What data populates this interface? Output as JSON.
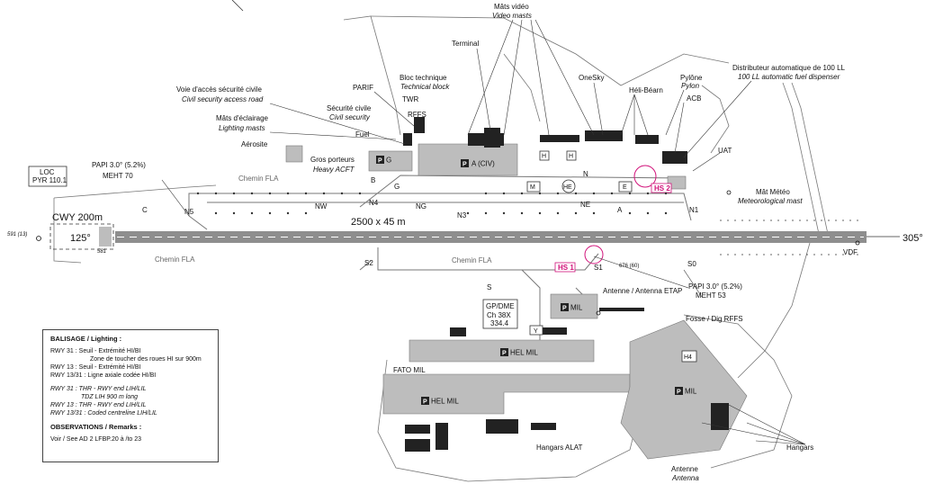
{
  "runway": {
    "dimension": "2500 x 45 m",
    "heading_west": "125°",
    "heading_east": "305°",
    "threshold_left_elev": "591 (13)",
    "threshold_right_elev": "581",
    "threshold_east_elev": "676\n(60)"
  },
  "cwy": "CWY 200m",
  "loc": {
    "line1": "LOC",
    "line2": "PYR 110.1"
  },
  "papi_w": {
    "line1": "PAPI 3.0° (5.2%)",
    "line2": "MEHT 70"
  },
  "papi_e": {
    "line1": "PAPI 3.0° (5.2%)",
    "line2": "MEHT 53"
  },
  "taxiways": [
    "N5",
    "N4",
    "NW",
    "NG",
    "N3",
    "NE",
    "N1",
    "N",
    "S2",
    "S",
    "S1",
    "S0",
    "G",
    "B",
    "C",
    "A",
    "E",
    "M"
  ],
  "chemin": [
    "Chemin FLA",
    "Chemin FLA",
    "Chemin FLA"
  ],
  "labels": {
    "mats_video": "Mâts vidéo",
    "mats_video_en": "Video masts",
    "terminal": "Terminal",
    "distributeur": "Distributeur automatique de 100 LL",
    "distributeur_en": "100 LL automatic fuel dispenser",
    "pylone": "Pylône",
    "pylone_en": "Pylon",
    "acb": "ACB",
    "onesky": "OneSky",
    "heli_bearn": "Héli-Béarn",
    "bloc": "Bloc technique",
    "bloc_en": "Technical block",
    "parif": "PARIF",
    "twr": "TWR",
    "rffs": "RFFS",
    "voie": "Voie d'accès sécurité civile",
    "voie_en": "Civil security access road",
    "securite": "Sécurité civile",
    "securite_en": "Civil security",
    "mats_ecl": "Mâts d'éclairage",
    "mats_ecl_en": "Lighting masts",
    "fuel": "Fuel",
    "aerosite": "Aérosite",
    "gros": "Gros porteurs",
    "gros_en": "Heavy ACFT",
    "uat": "UAT",
    "mat_meteo": "Mât Météo",
    "mat_meteo_en": "Meteorological mast",
    "vdf": "VDF",
    "antenne_etap": "Antenne / Antenna ETAP",
    "fosse": "Fosse / Dig RFFS",
    "gp_dme1": "GP/DME",
    "gp_dme2": "Ch 38X",
    "gp_dme3": "334.4",
    "fato": "FATO MIL",
    "hangars": "Hangars",
    "hangars_alat": "Hangars ALAT",
    "antenne": "Antenne",
    "antenne_en": "Antenna",
    "hs1": "HS 1",
    "hs2": "HS 2",
    "apron_g": "G",
    "apron_civ": "A (CIV)",
    "mil1": "MIL",
    "hel_mil1": "HEL MIL",
    "hel_mil2": "HEL MIL",
    "mil2": "MIL",
    "h4": "H4",
    "y": "Y",
    "helipad_h1": "H",
    "helipad_h2": "H",
    "he": "HE"
  },
  "legend": {
    "title": "BALISAGE / Lighting :",
    "fr_lines": [
      "RWY 31 : Seuil - Extrémité HI/BI",
      "Zone de toucher des roues HI sur 900m",
      "RWY 13 : Seuil - Extrémité HI/BI",
      "RWY 13/31 : Ligne axiale codée HI/BI"
    ],
    "en_lines": [
      "RWY 31 : THR - RWY end LIH/LIL",
      "TDZ LIH 900 m long",
      "RWY 13 : THR - RWY end LIH/LIL",
      "RWY 13/31 : Coded centreline LIH/LIL"
    ],
    "obs_title": "OBSERVATIONS / Remarks :",
    "obs_line": "Voir / See AD 2 LFBP.20 à /to 23"
  },
  "colors": {
    "apron": "#bdbdbd",
    "runway": "#8e8e8e",
    "pink": "#d1127a"
  }
}
